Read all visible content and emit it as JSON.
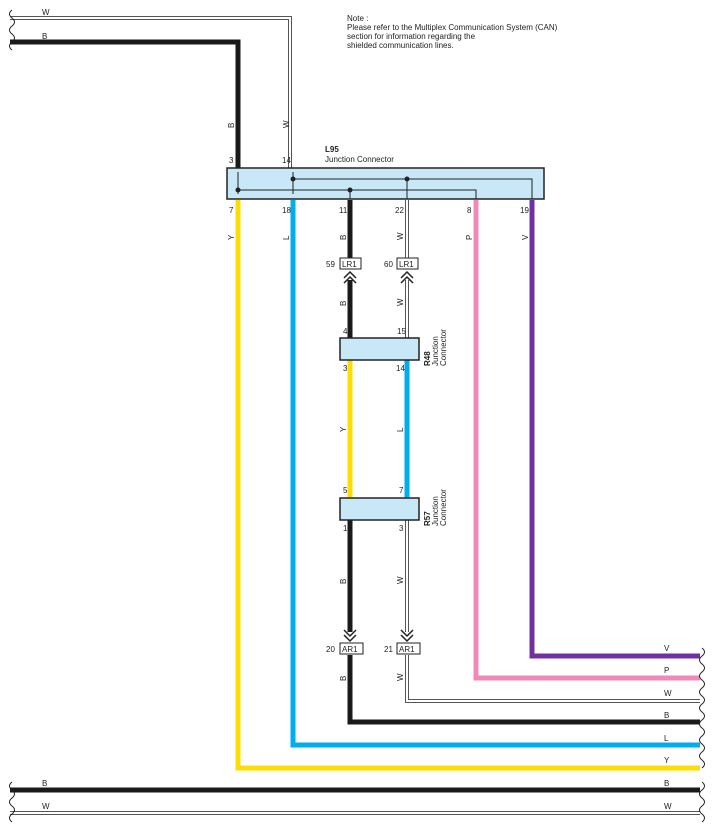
{
  "note": {
    "title": "Note :",
    "lines": [
      "Please refer to the Multiplex Communication System (CAN)",
      "section for information regarding the",
      "shielded communication lines."
    ]
  },
  "colors": {
    "B": "#1a1a1a",
    "W": "#ffffff",
    "Y": "#ffdd00",
    "L": "#00aeef",
    "P": "#f088b8",
    "V": "#7030a0",
    "connector_fill": "#c8e8f8"
  },
  "connectors": {
    "L95": {
      "code": "L95",
      "name": "Junction Connector",
      "top_pins": [
        "3",
        "14"
      ],
      "bottom_pins": [
        "7",
        "18",
        "11",
        "22",
        "8",
        "19"
      ]
    },
    "R48": {
      "code": "R48",
      "name_line1": "Junction",
      "name_line2": "Connector",
      "top_pins": [
        "4",
        "15"
      ],
      "bottom_pins": [
        "3",
        "14"
      ]
    },
    "R57": {
      "code": "R57",
      "name_line1": "Junction",
      "name_line2": "Connector",
      "top_pins": [
        "5",
        "7"
      ],
      "bottom_pins": [
        "1",
        "3"
      ]
    }
  },
  "inline": {
    "lr1_left": {
      "pin": "59",
      "code": "LR1"
    },
    "lr1_right": {
      "pin": "60",
      "code": "LR1"
    },
    "ar1_left": {
      "pin": "20",
      "code": "AR1"
    },
    "ar1_right": {
      "pin": "21",
      "code": "AR1"
    }
  },
  "wire_labels": {
    "top_w": "W",
    "top_b": "B",
    "left_b": "B",
    "left_w": "W",
    "c7": "Y",
    "c18": "L",
    "c11": "B",
    "c22": "W",
    "c8": "P",
    "c19": "V",
    "mid_b": "B",
    "mid_w": "W",
    "r48_y": "Y",
    "r48_l": "L",
    "r57_b": "B",
    "r57_w": "W",
    "ar_b": "B",
    "ar_w": "W",
    "right_v": "V",
    "right_p": "P",
    "right_w": "W",
    "right_b": "B",
    "right_l": "L",
    "right_y": "Y",
    "bottom_b_left": "B",
    "bottom_b_right": "B",
    "bottom_w_left": "W",
    "bottom_w_right": "W"
  }
}
